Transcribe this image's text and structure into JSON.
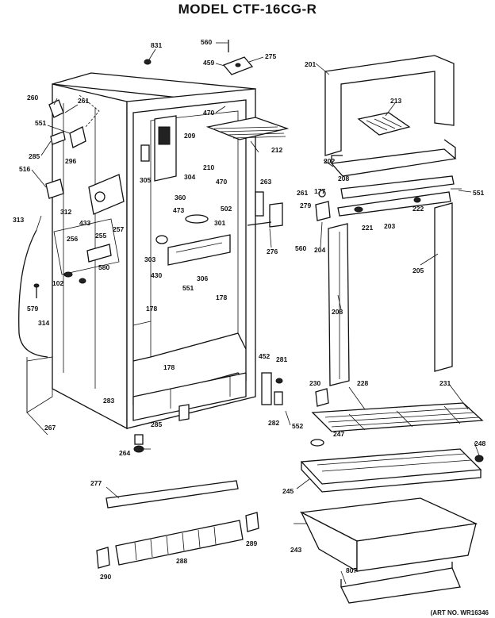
{
  "title": "MODEL CTF-16CG-R",
  "art_number": "(ART NO. WR16346",
  "callouts": [
    {
      "id": "c831",
      "text": "831"
    },
    {
      "id": "c560a",
      "text": "560"
    },
    {
      "id": "c459",
      "text": "459"
    },
    {
      "id": "c275",
      "text": "275"
    },
    {
      "id": "c201",
      "text": "201"
    },
    {
      "id": "c213",
      "text": "213"
    },
    {
      "id": "c260",
      "text": "260"
    },
    {
      "id": "c261a",
      "text": "261"
    },
    {
      "id": "c551a",
      "text": "551"
    },
    {
      "id": "c285",
      "text": "285"
    },
    {
      "id": "c296",
      "text": "296"
    },
    {
      "id": "c470a",
      "text": "470"
    },
    {
      "id": "c209",
      "text": "209"
    },
    {
      "id": "c212",
      "text": "212"
    },
    {
      "id": "c210",
      "text": "210"
    },
    {
      "id": "c470b",
      "text": "470"
    },
    {
      "id": "c305",
      "text": "305"
    },
    {
      "id": "c304",
      "text": "304"
    },
    {
      "id": "c202",
      "text": "202"
    },
    {
      "id": "c208a",
      "text": "208"
    },
    {
      "id": "c177",
      "text": "177"
    },
    {
      "id": "c551b",
      "text": "551"
    },
    {
      "id": "c516",
      "text": "516"
    },
    {
      "id": "c312",
      "text": "312"
    },
    {
      "id": "c433",
      "text": "433"
    },
    {
      "id": "c360",
      "text": "360"
    },
    {
      "id": "c473",
      "text": "473"
    },
    {
      "id": "c502",
      "text": "502"
    },
    {
      "id": "c301",
      "text": "301"
    },
    {
      "id": "c263",
      "text": "263"
    },
    {
      "id": "c261b",
      "text": "261"
    },
    {
      "id": "c279",
      "text": "279"
    },
    {
      "id": "c222",
      "text": "222"
    },
    {
      "id": "c221",
      "text": "221"
    },
    {
      "id": "c203",
      "text": "203"
    },
    {
      "id": "c313",
      "text": "313"
    },
    {
      "id": "c256",
      "text": "256"
    },
    {
      "id": "c255",
      "text": "255"
    },
    {
      "id": "c257",
      "text": "257"
    },
    {
      "id": "c580",
      "text": "580"
    },
    {
      "id": "c303",
      "text": "303"
    },
    {
      "id": "c276",
      "text": "276"
    },
    {
      "id": "c560b",
      "text": "560"
    },
    {
      "id": "c204",
      "text": "204"
    },
    {
      "id": "c205",
      "text": "205"
    },
    {
      "id": "c102",
      "text": "102"
    },
    {
      "id": "c430",
      "text": "430"
    },
    {
      "id": "c551c",
      "text": "551"
    },
    {
      "id": "c306",
      "text": "306"
    },
    {
      "id": "c178a",
      "text": "178"
    },
    {
      "id": "c178b",
      "text": "178"
    },
    {
      "id": "c579",
      "text": "579"
    },
    {
      "id": "c314",
      "text": "314"
    },
    {
      "id": "c208b",
      "text": "208"
    },
    {
      "id": "c178c",
      "text": "178"
    },
    {
      "id": "c452",
      "text": "452"
    },
    {
      "id": "c281",
      "text": "281"
    },
    {
      "id": "c230",
      "text": "230"
    },
    {
      "id": "c228",
      "text": "228"
    },
    {
      "id": "c231",
      "text": "231"
    },
    {
      "id": "c283",
      "text": "283"
    },
    {
      "id": "c282",
      "text": "282"
    },
    {
      "id": "c552",
      "text": "552"
    },
    {
      "id": "c285b",
      "text": "285"
    },
    {
      "id": "c267",
      "text": "267"
    },
    {
      "id": "c247",
      "text": "247"
    },
    {
      "id": "c248",
      "text": "248"
    },
    {
      "id": "c264",
      "text": "264"
    },
    {
      "id": "c277",
      "text": "277"
    },
    {
      "id": "c245",
      "text": "245"
    },
    {
      "id": "c289",
      "text": "289"
    },
    {
      "id": "c288",
      "text": "288"
    },
    {
      "id": "c243",
      "text": "243"
    },
    {
      "id": "c290",
      "text": "290"
    },
    {
      "id": "c807",
      "text": "807"
    }
  ]
}
